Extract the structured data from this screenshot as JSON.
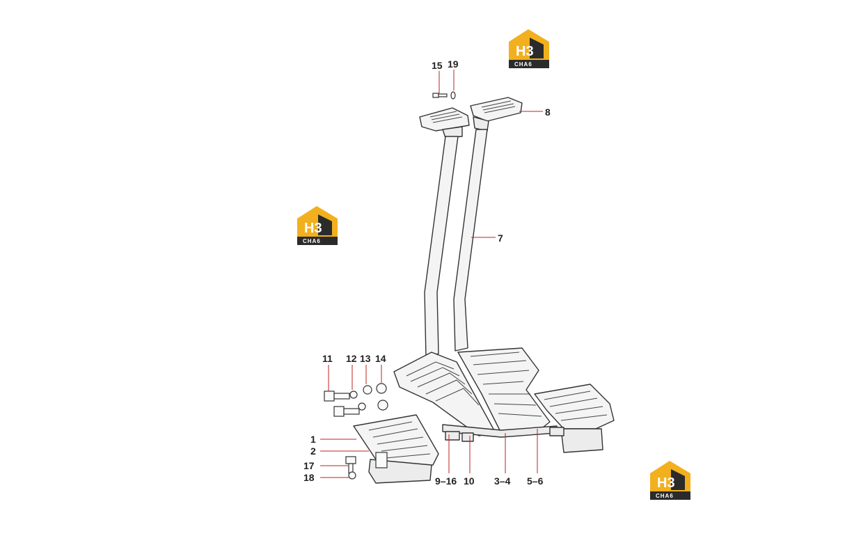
{
  "watermark": {
    "mark": "H3",
    "sub": "CHA6",
    "accent": "#f2b01e",
    "dark": "#2b2b2b"
  },
  "labels": {
    "l15": "15",
    "l19": "19",
    "l8": "8",
    "l7": "7",
    "l11": "11",
    "l12": "12",
    "l13": "13",
    "l14": "14",
    "l1": "1",
    "l2": "2",
    "l17": "17",
    "l18": "18",
    "l9_16": "9–16",
    "l10": "10",
    "l3_4": "3–4",
    "l5_6": "5–6"
  }
}
